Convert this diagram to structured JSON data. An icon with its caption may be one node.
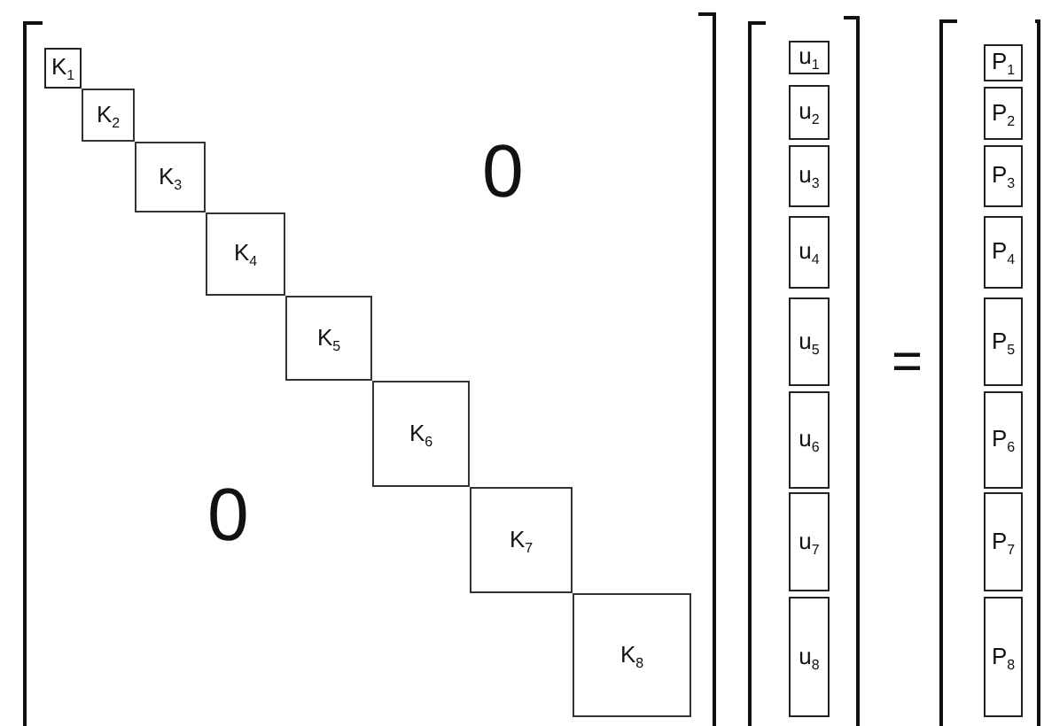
{
  "diagram": {
    "nodes": [
      {
        "text": [
          "K$_{1}$"
        ]
      },
      {
        "text": [
          "K$_{2}$"
        ]
      },
      {
        "text": [
          "K$_{3}$"
        ]
      },
      {
        "text": [
          "K$_{4}$"
        ]
      },
      {
        "text": [
          "K$_{5}$"
        ]
      },
      {
        "text": [
          "K$_{6}$"
        ]
      },
      {
        "text": [
          "K$_{7}$"
        ]
      },
      {
        "text": [
          "K$_{8}$"
        ]
      },
      {
        "text": [
          "u$_{1}$"
        ]
      },
      {
        "text": [
          "u$_{2}$"
        ]
      },
      {
        "text": [
          "u$_{3}$"
        ]
      },
      {
        "text": [
          "u$_{4}$"
        ]
      },
      {
        "text": [
          "u$_{5}$"
        ]
      },
      {
        "text": [
          "u$_{6}$"
        ]
      },
      {
        "text": [
          "u$_{7}$"
        ]
      },
      {
        "text": [
          "u$_{8}$"
        ]
      },
      {
        "text": [
          "P$_{1}$"
        ]
      },
      {
        "text": [
          "P$_{2}$"
        ]
      },
      {
        "text": [
          "P$_{3}$"
        ]
      },
      {
        "text": [
          "P$_{4}$"
        ]
      },
      {
        "text": [
          "P$_{5}$"
        ]
      },
      {
        "text": [
          "P$_{6}$"
        ]
      },
      {
        "text": [
          "P$_{7}$"
        ]
      },
      {
        "text": [
          "P$_{8}$"
        ]
      }
    ],
    "labels": [
      "0",
      "0",
      "="
    ]
  }
}
